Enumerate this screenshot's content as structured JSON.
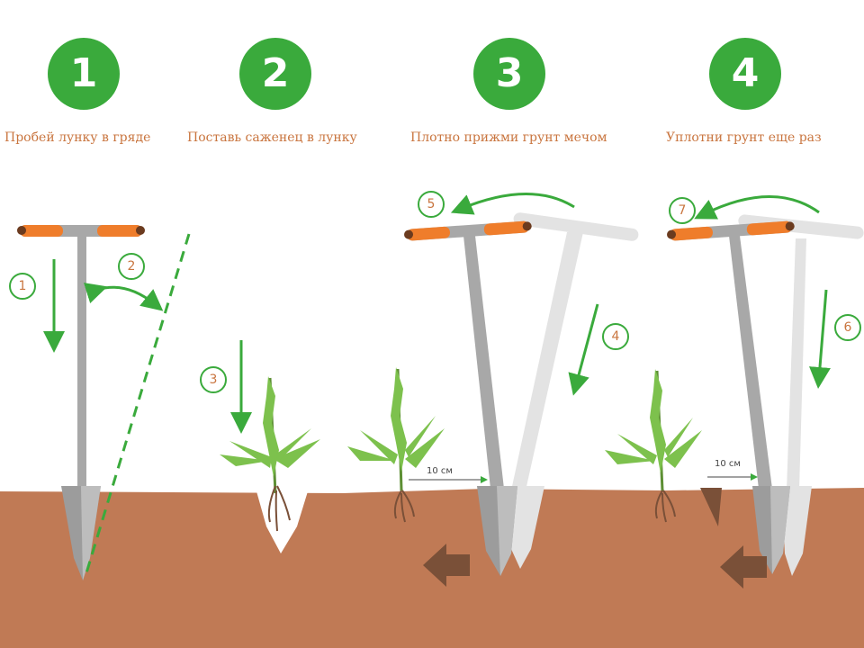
{
  "steps": [
    {
      "number": "1",
      "caption": "Пробей лунку в гряде"
    },
    {
      "number": "2",
      "caption": "Поставь саженец в лунку"
    },
    {
      "number": "3",
      "caption": "Плотно прижми грунт мечом"
    },
    {
      "number": "4",
      "caption": "Уплотни грунт еще раз"
    }
  ],
  "action_labels": [
    "1",
    "2",
    "3",
    "4",
    "5",
    "6",
    "7"
  ],
  "distance_labels": [
    "10 см",
    "10 см"
  ],
  "colors": {
    "badge": "#3aaa3c",
    "caption": "#c9753f",
    "soil": "#c07a55",
    "soil_dark": "#7a5038",
    "arrow": "#3aaa3c",
    "handle": "#ef7d2b",
    "tool": "#a8a8a8",
    "tool_ghost": "#e3e3e3",
    "seedling": "#7dc14d"
  }
}
